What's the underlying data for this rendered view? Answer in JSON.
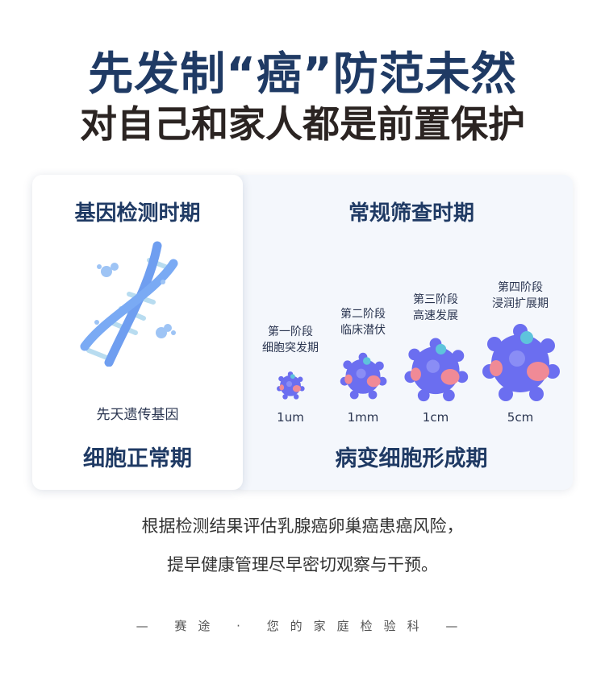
{
  "header": {
    "title_line1": "先发制“癌”防范未然",
    "title_line2": "对自己和家人都是前置保护"
  },
  "gene_card": {
    "heading": "基因检测时期",
    "image": "dna-helix-icon",
    "caption": "先天遗传基因",
    "footer": "细胞正常期"
  },
  "screening_panel": {
    "heading": "常规筛查时期",
    "stages": [
      {
        "line1": "第一阶段",
        "line2": "细胞突发期",
        "size": "1um"
      },
      {
        "line1": "第二阶段",
        "line2": "临床潜伏",
        "size": "1mm"
      },
      {
        "line1": "第三阶段",
        "line2": "高速发展",
        "size": "1cm"
      },
      {
        "line1": "第四阶段",
        "line2": "浸润扩展期",
        "size": "5cm"
      }
    ],
    "footer": "病变细胞形成期"
  },
  "description": {
    "line1": "根据检测结果评估乳腺癌卵巢癌患癌风险，",
    "line2": "提早健康管理尽早密切观察与干预。"
  },
  "brand_footer": "— 赛途 · 您的家庭检验科 —",
  "colors": {
    "title_navy": "#1f3a64",
    "title_dark": "#2b2422",
    "panel_bg": "#f4f7fc",
    "cell_purple": "#6b6ef0",
    "cell_pink": "#f08a96",
    "dna_blue": "#6f9ef0"
  }
}
